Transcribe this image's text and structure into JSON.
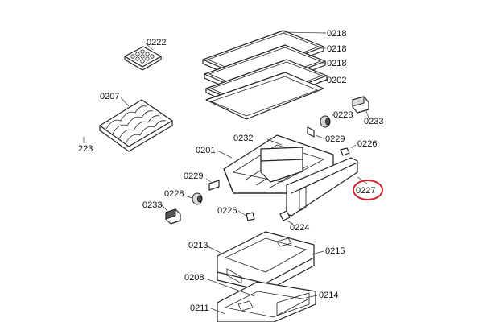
{
  "labels": {
    "p0222": "0222",
    "p0218a": "0218",
    "p0218b": "0218",
    "p0218c": "0218",
    "p0202": "0202",
    "p0207": "0207",
    "p223": "223",
    "p0228a": "0228",
    "p0233a": "0233",
    "p0232": "0232",
    "p0229a": "0229",
    "p0201": "0201",
    "p0226a": "0226",
    "p0227": "0227",
    "p0229b": "0229",
    "p0228b": "0228",
    "p0233b": "0233",
    "p0226b": "0226",
    "p0224": "0224",
    "p0213": "0213",
    "p0215": "0215",
    "p0208": "0208",
    "p0214": "0214",
    "p0211": "0211"
  },
  "highlight": {
    "part": "0227",
    "color": "#d0202a"
  }
}
